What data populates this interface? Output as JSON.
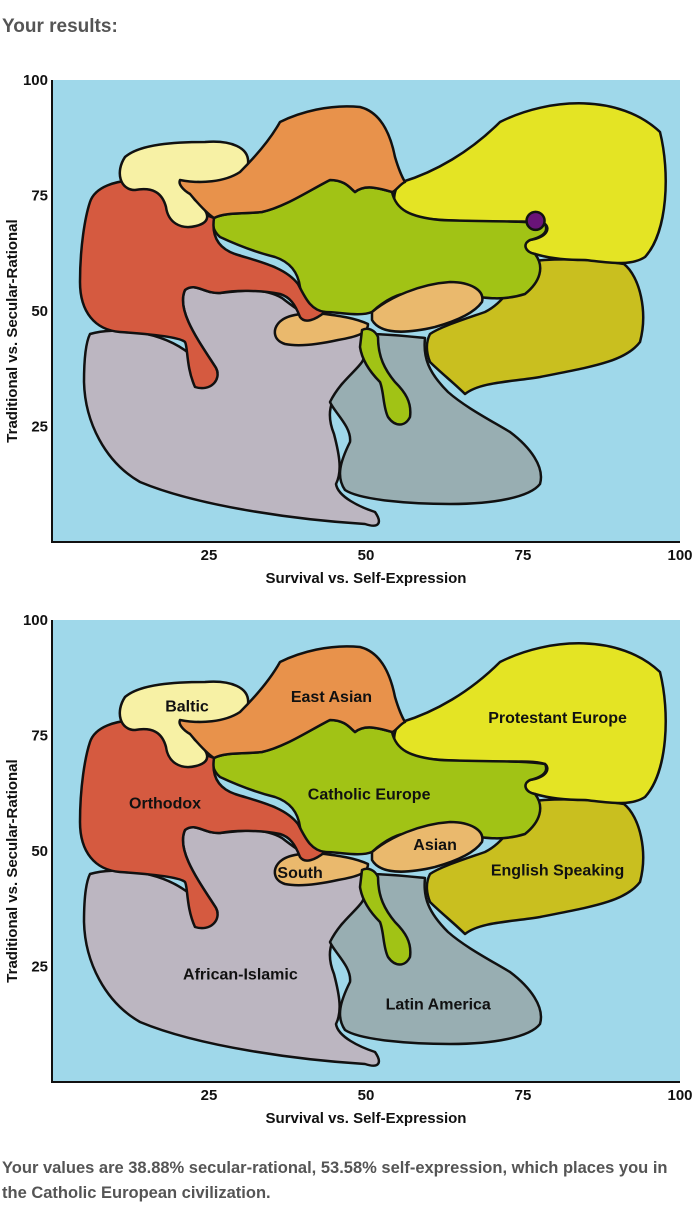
{
  "heading": "Your results:",
  "summary": "Your values are 38.88% secular-rational, 53.58% self-expression, which places you in the Catholic European civilization.",
  "colors": {
    "background": "#9fd8ea",
    "protestant_europe": "#e4e424",
    "english_speaking": "#c9bf1f",
    "catholic_europe": "#a1c315",
    "east_asian": "#e8924b",
    "baltic": "#f7f1a5",
    "orthodox": "#d55a40",
    "african_islamic": "#bcb6c1",
    "latin_america": "#98aeb2",
    "south_asian": "#eab96d",
    "marker": "#6a1478"
  },
  "chart_data": [
    {
      "type": "scatter",
      "title": "",
      "xlabel": "Survival vs. Self-Expression",
      "ylabel": "Traditional vs. Secular-Rational",
      "xlim": [
        0,
        100
      ],
      "ylim": [
        0,
        100
      ],
      "xticks": [
        "25",
        "50",
        "75",
        "100"
      ],
      "yticks": [
        "25",
        "50",
        "75",
        "100"
      ],
      "grid": false,
      "regions": [],
      "points": [
        {
          "x": 77,
          "y": 69.5
        }
      ]
    },
    {
      "type": "scatter",
      "title": "",
      "xlabel": "Survival vs. Self-Expression",
      "ylabel": "Traditional vs. Secular-Rational",
      "xlim": [
        0,
        100
      ],
      "ylim": [
        0,
        100
      ],
      "xticks": [
        "25",
        "50",
        "75",
        "100"
      ],
      "yticks": [
        "25",
        "50",
        "75",
        "100"
      ],
      "grid": false,
      "regions": [
        {
          "name": "Protestant Europe",
          "x": 80.5,
          "y": 79
        },
        {
          "name": "East Asian",
          "x": 44.5,
          "y": 83.5
        },
        {
          "name": "Baltic",
          "x": 21.5,
          "y": 81.5
        },
        {
          "name": "Catholic Europe",
          "x": 50.5,
          "y": 62.5
        },
        {
          "name": "Orthodox",
          "x": 18,
          "y": 60.5
        },
        {
          "name": "Asian",
          "x": 61,
          "y": 51.5
        },
        {
          "name": "South",
          "x": 39.5,
          "y": 45.5
        },
        {
          "name": "English Speaking",
          "x": 80.5,
          "y": 46
        },
        {
          "name": "African-Islamic",
          "x": 30,
          "y": 23.5
        },
        {
          "name": "Latin America",
          "x": 61.5,
          "y": 17
        }
      ],
      "points": []
    }
  ]
}
